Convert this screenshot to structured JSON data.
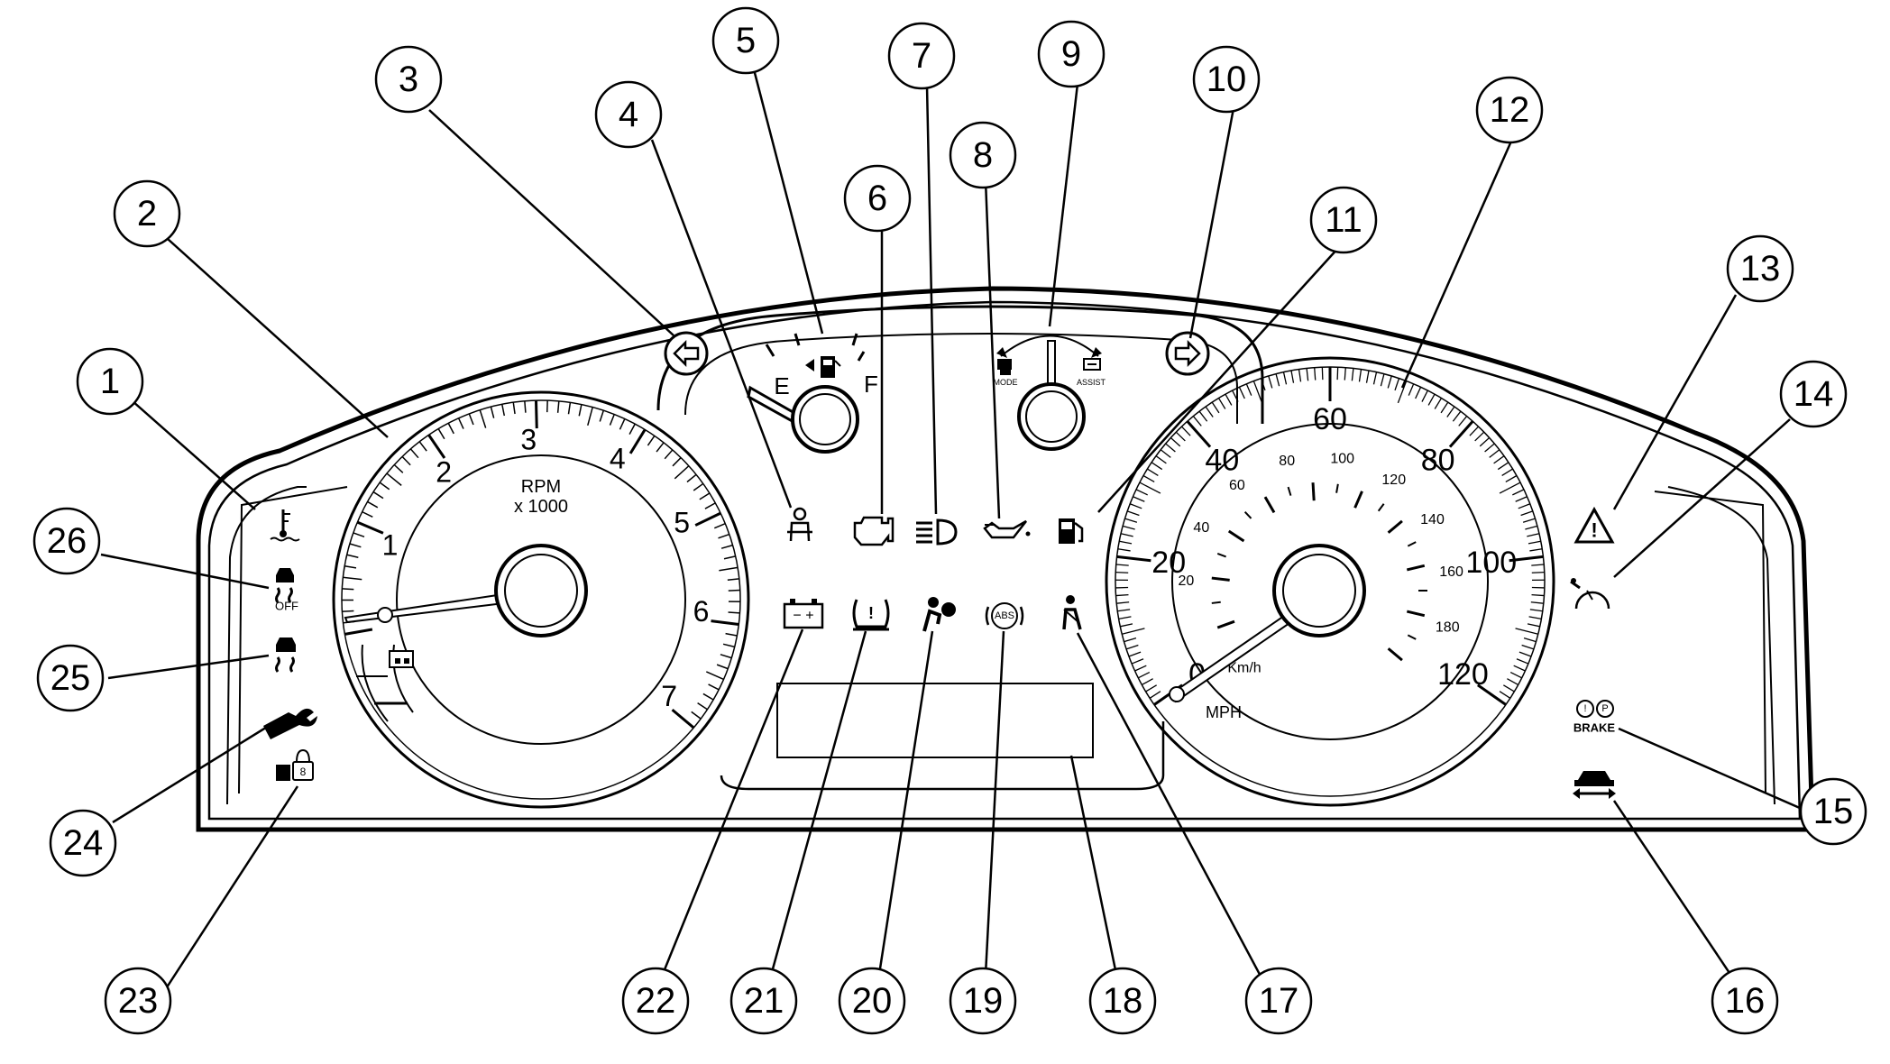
{
  "tachometer": {
    "label": "RPM",
    "multiplier": "x 1000",
    "scale": [
      "1",
      "2",
      "3",
      "4",
      "5",
      "6",
      "7"
    ]
  },
  "fuel_gauge": {
    "empty_label": "E",
    "full_label": "F"
  },
  "hybrid_gauge": {
    "left_label": "MODE",
    "right_label": "ASSIST"
  },
  "speedometer": {
    "mph_label": "MPH",
    "kmh_label": "Km/h",
    "mph_scale": [
      "0",
      "20",
      "40",
      "60",
      "80",
      "100",
      "120"
    ],
    "kmh_scale": [
      "20",
      "40",
      "60",
      "80",
      "100",
      "120",
      "140",
      "160",
      "180"
    ]
  },
  "indicators": {
    "traction_off_text": "OFF",
    "abs_text": "ABS",
    "brake_text": "BRAKE",
    "battery_text": "− +"
  },
  "callouts": [
    "1",
    "2",
    "3",
    "4",
    "5",
    "6",
    "7",
    "8",
    "9",
    "10",
    "11",
    "12",
    "13",
    "14",
    "15",
    "16",
    "17",
    "18",
    "19",
    "20",
    "21",
    "22",
    "23",
    "24",
    "25",
    "26"
  ]
}
